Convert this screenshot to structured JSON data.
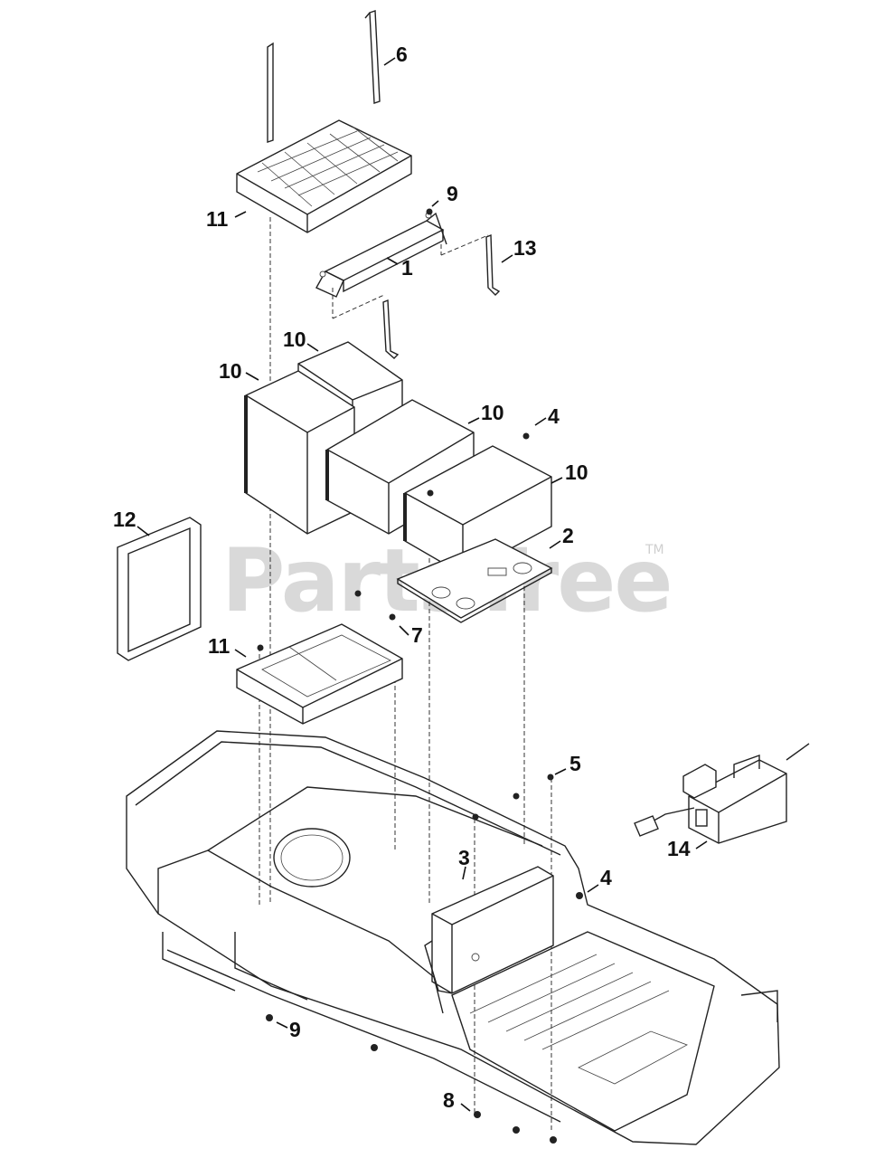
{
  "watermark": {
    "text": "PartsTree",
    "trademark": "TM"
  },
  "callouts": [
    {
      "id": "c6",
      "label": "6"
    },
    {
      "id": "c9a",
      "label": "9"
    },
    {
      "id": "c11a",
      "label": "11"
    },
    {
      "id": "c1",
      "label": "1"
    },
    {
      "id": "c13",
      "label": "13"
    },
    {
      "id": "c10a",
      "label": "10"
    },
    {
      "id": "c10b",
      "label": "10"
    },
    {
      "id": "c10c",
      "label": "10"
    },
    {
      "id": "c4a",
      "label": "4"
    },
    {
      "id": "c10d",
      "label": "10"
    },
    {
      "id": "c12",
      "label": "12"
    },
    {
      "id": "c2",
      "label": "2"
    },
    {
      "id": "c7",
      "label": "7"
    },
    {
      "id": "c11b",
      "label": "11"
    },
    {
      "id": "c5",
      "label": "5"
    },
    {
      "id": "c14",
      "label": "14"
    },
    {
      "id": "c3",
      "label": "3"
    },
    {
      "id": "c4b",
      "label": "4"
    },
    {
      "id": "c9b",
      "label": "9"
    },
    {
      "id": "c8",
      "label": "8"
    }
  ]
}
